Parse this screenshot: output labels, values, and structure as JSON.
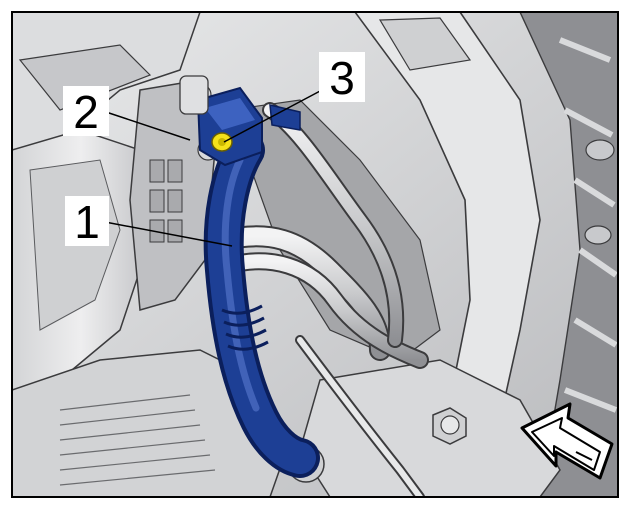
{
  "figure": {
    "callouts": [
      {
        "id": "1",
        "label": "1"
      },
      {
        "id": "2",
        "label": "2"
      },
      {
        "id": "3",
        "label": "3"
      }
    ],
    "colors": {
      "hose": "#1d3f95",
      "hose_dark": "#0b1f5c",
      "hose_light": "#4b6cc0",
      "fitting": "#f4e11a",
      "metal": "#d7d8da",
      "metal_dark": "#8e9094",
      "background": "#c9cacc",
      "panel": "#e4e5e6",
      "outline": "#3b3b3d"
    },
    "icons": [
      "direction-arrow-icon"
    ]
  }
}
